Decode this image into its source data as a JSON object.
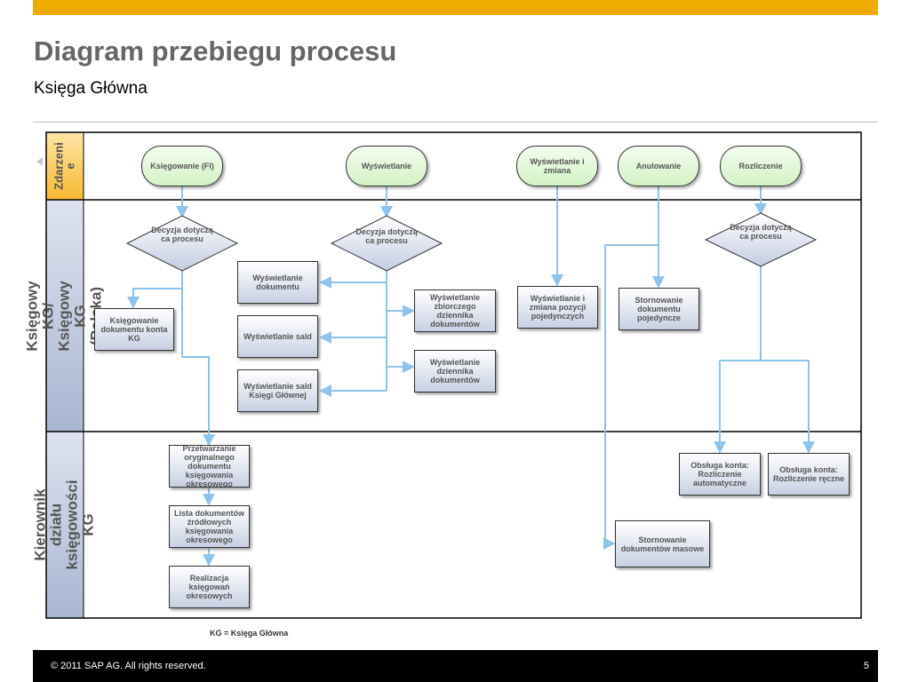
{
  "header": {
    "title": "Diagram przebiegu procesu",
    "subtitle": "Księga Główna"
  },
  "lanes": {
    "events": "Zdarzeni e",
    "accountant": "Księgowy KG/ Księgowy KG (Polska)",
    "manager": "Kierownik działu księgowości KG"
  },
  "events": {
    "posting": "Księgowanie (FI)",
    "display": "Wyświetlanie",
    "display_change": "Wyświetlanie i zmiana",
    "reverse": "Anulowanie",
    "clearing": "Rozliczenie"
  },
  "decisions": {
    "d1": "Decyzja dotyczą ca procesu",
    "d2": "Decyzja dotyczą ca procesu",
    "d3": "Decyzja dotyczą ca procesu"
  },
  "tasks": {
    "post_doc": "Księgowanie dokumentu konta KG",
    "disp_doc": "Wyświetlanie dokumentu",
    "disp_bal": "Wyświetlanie sald",
    "disp_gl_bal": "Wyświetlanie sald Księgi Głównej",
    "disp_sum_journal": "Wyświetlanie zbiorczego dziennika dokumentów",
    "disp_journal": "Wyświetlanie dziennika dokumentów",
    "disp_change_items": "Wyświetlanie i zmiana pozycji pojedynczych",
    "reverse_single": "Stornowanie dokumentu pojedyncze",
    "process_orig": "Przetwarzanie oryginalnego dokumentu księgowania okresowego",
    "list_source": "Lista dokumentów źródłowych księgowania okresowego",
    "exec_periodic": "Realizacja księgowań okresowych",
    "clear_auto": "Obsługa konta: Rozliczenie automatyczne",
    "clear_manual": "Obsługa konta: Rozliczenie ręczne",
    "reverse_mass": "Stornowanie dokumentów masowe"
  },
  "legend": "KG = Księga Główna",
  "footer": {
    "copyright": "©  2011 SAP AG. All rights reserved.",
    "page": "5"
  },
  "colors": {
    "accent_bar": "#f0ab00",
    "event_lane_label": "#f8c240",
    "role_lane_label": "#b3bfd9",
    "connector": "#8ec3ea",
    "event_fill": "#d2f2c5",
    "task_fill": "#c7d0e3",
    "decision_fill": "#c7d0e3"
  }
}
